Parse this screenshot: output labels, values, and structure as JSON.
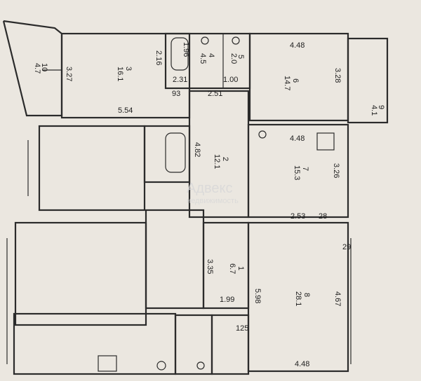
{
  "watermark": {
    "brand": "Адвекс",
    "sub": "недвижимость"
  },
  "rooms": [
    {
      "id": "r1",
      "number": "1",
      "area": "6.7"
    },
    {
      "id": "r2",
      "number": "2",
      "area": "12.1"
    },
    {
      "id": "r3",
      "number": "3",
      "area": "16.1"
    },
    {
      "id": "r4",
      "number": "4",
      "area": "4.5"
    },
    {
      "id": "r5",
      "number": "5",
      "area": "2.0"
    },
    {
      "id": "r6",
      "number": "6",
      "area": "14.7"
    },
    {
      "id": "r7",
      "number": "7",
      "area": "15.3"
    },
    {
      "id": "r8",
      "number": "8",
      "area": "28.1"
    },
    {
      "id": "r9",
      "number": "9",
      "area": "4.1"
    },
    {
      "id": "r10",
      "number": "10",
      "area": "4.7"
    }
  ],
  "dimensions": [
    "4.48",
    "3.27",
    "2.16",
    "1.96",
    "2.31",
    "1.00",
    "93",
    "2.51",
    "5.54",
    "3.28",
    "4.48",
    "4.82",
    "3.26",
    "2.53",
    "28",
    "29",
    "3.35",
    "1.99",
    "125",
    "5.98",
    "4.67",
    "4.48"
  ],
  "colors": {
    "wall": "#2b2b2b",
    "paper": "#ebe7e0"
  }
}
